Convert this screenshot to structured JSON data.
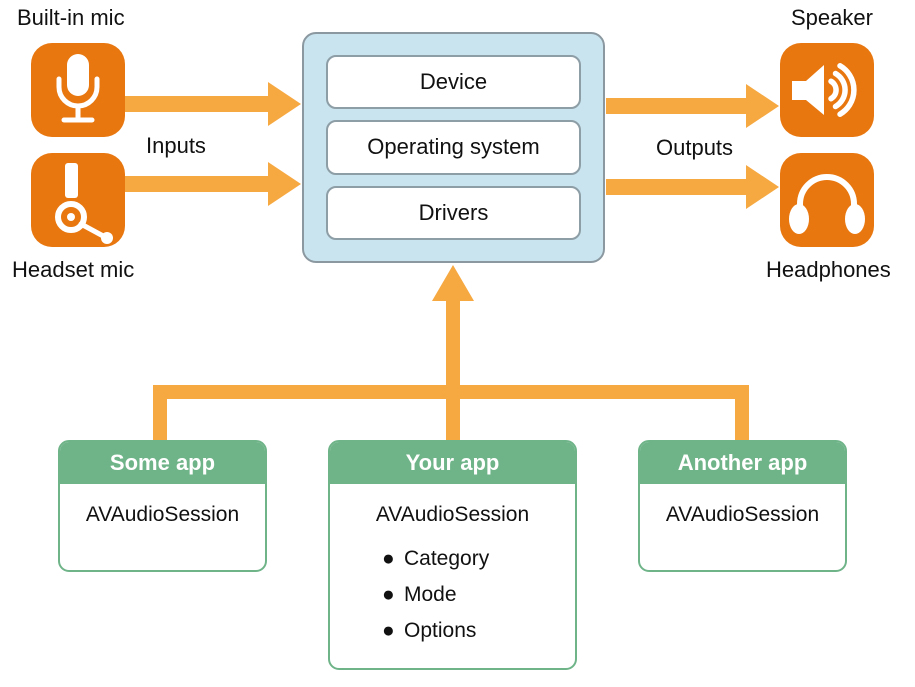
{
  "diagram": {
    "inputs": {
      "label": "Inputs",
      "devices": [
        {
          "name": "Built-in mic",
          "icon": "builtin-mic-icon"
        },
        {
          "name": "Headset mic",
          "icon": "headset-mic-icon"
        }
      ]
    },
    "outputs": {
      "label": "Outputs",
      "devices": [
        {
          "name": "Speaker",
          "icon": "speaker-icon"
        },
        {
          "name": "Headphones",
          "icon": "headphones-icon"
        }
      ]
    },
    "system_stack": {
      "layers": [
        "Device",
        "Operating system",
        "Drivers"
      ]
    },
    "apps": [
      {
        "title": "Some app",
        "session": "AVAudioSession",
        "bullets": []
      },
      {
        "title": "Your app",
        "session": "AVAudioSession",
        "bullets": [
          "Category",
          "Mode",
          "Options"
        ]
      },
      {
        "title": "Another app",
        "session": "AVAudioSession",
        "bullets": []
      }
    ],
    "colors": {
      "icon_orange": "#E8770F",
      "arrow_orange": "#F6A841",
      "stack_fill": "#C9E4EF",
      "stack_border": "#8B98A0",
      "layer_border": "#8E9EA6",
      "app_green": "#6FB489",
      "text_dark": "#111111"
    }
  }
}
